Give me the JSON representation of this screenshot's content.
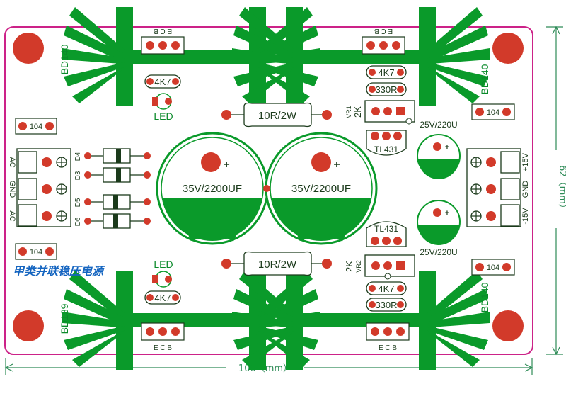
{
  "board": {
    "title": "甲类并联稳压电源",
    "dim_width": "100（mm）",
    "dim_height": "62（mm）",
    "colors": {
      "outline": "#cc2288",
      "copper": "#0a9a2a",
      "pad": "#d23a2a",
      "silk": "#1b3a1b",
      "title": "#1565c0"
    }
  },
  "transistors": {
    "tl": {
      "label": "BD140",
      "pins": "E C B"
    },
    "tr": {
      "label": "BD140",
      "pins": "E C B"
    },
    "bl": {
      "label": "BD139",
      "pins": "E C B"
    },
    "br": {
      "label": "BD140",
      "pins": "E C B"
    }
  },
  "resistors": {
    "r_4k7_tl": "4K7",
    "r_4k7_tr": "4K7",
    "r_330_tr": "330R",
    "r_4k7_bl": "4K7",
    "r_4k7_br": "4K7",
    "r_330_br": "330R",
    "r_10r_top": "10R/2W",
    "r_10r_bot": "10R/2W"
  },
  "leds": {
    "top": "LED",
    "bottom": "LED"
  },
  "capacitors": {
    "c_104_tl": "104",
    "c_104_tr": "104",
    "c_104_bl": "104",
    "c_104_br": "104",
    "big_left": "35V/2200UF",
    "big_right": "35V/2200UF",
    "small_top": "25V/220U",
    "small_bot": "25V/220U",
    "plus": "+"
  },
  "regulators": {
    "top": "TL431",
    "bottom": "TL431"
  },
  "trimmers": {
    "vr1": "VR1",
    "vr2": "VR2",
    "vr1_val": "2K",
    "vr2_val": "2K"
  },
  "diodes": {
    "d4": "D4",
    "d3": "D3",
    "d5": "D5",
    "d6": "D6"
  },
  "connectors": {
    "left": {
      "labels": [
        "AC",
        "GND",
        "AC"
      ]
    },
    "right": {
      "labels": [
        "+15V",
        "GND",
        "-15V"
      ]
    }
  }
}
